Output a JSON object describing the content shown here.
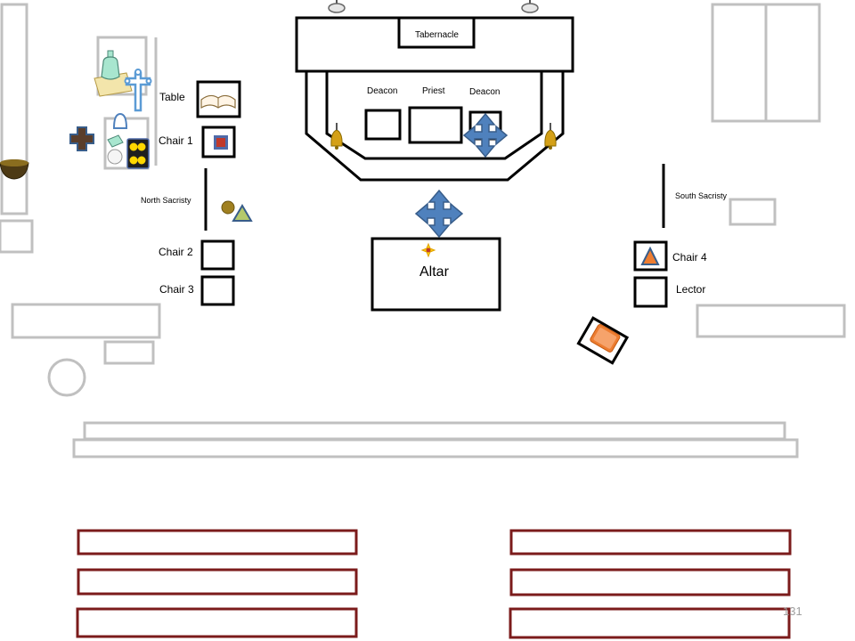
{
  "labels": {
    "tabernacle": "Tabernacle",
    "deacon_left": "Deacon",
    "priest": "Priest",
    "deacon_right": "Deacon",
    "table": "Table",
    "chair1": "Chair 1",
    "north_sacristy": "North Sacristy",
    "chair2": "Chair 2",
    "chair3": "Chair 3",
    "altar": "Altar",
    "south_sacristy": "South Sacristy",
    "chair4": "Chair 4",
    "lector": "Lector"
  },
  "page_number": "131",
  "colors": {
    "structure": "#000000",
    "furniture_gray": "#c0c0c0",
    "pews": "#7b1b1b",
    "move_arrow": "#4f81bd",
    "cross": "#5b9bd5",
    "book": "#ed7d31",
    "bell": "#d4a017",
    "page_number": "#a0a0a0"
  },
  "icons": [
    "bell-icon",
    "move-arrows-icon",
    "cross-icon",
    "book-icon",
    "chalice-icon",
    "cruet-icon",
    "bowl-icon",
    "triangle-icon",
    "star-icon",
    "candle-icon"
  ]
}
